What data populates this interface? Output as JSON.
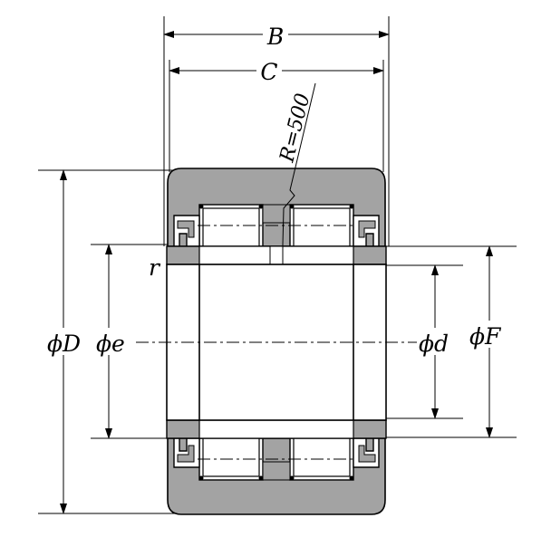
{
  "labels": {
    "B": "B",
    "C": "C",
    "radius": "R=500",
    "r": "r",
    "D": "ϕD",
    "e": "ϕe",
    "d": "ϕd",
    "F": "ϕF"
  },
  "colors": {
    "section_fill": "#a3a3a3",
    "line": "#000000",
    "background": "#ffffff"
  }
}
